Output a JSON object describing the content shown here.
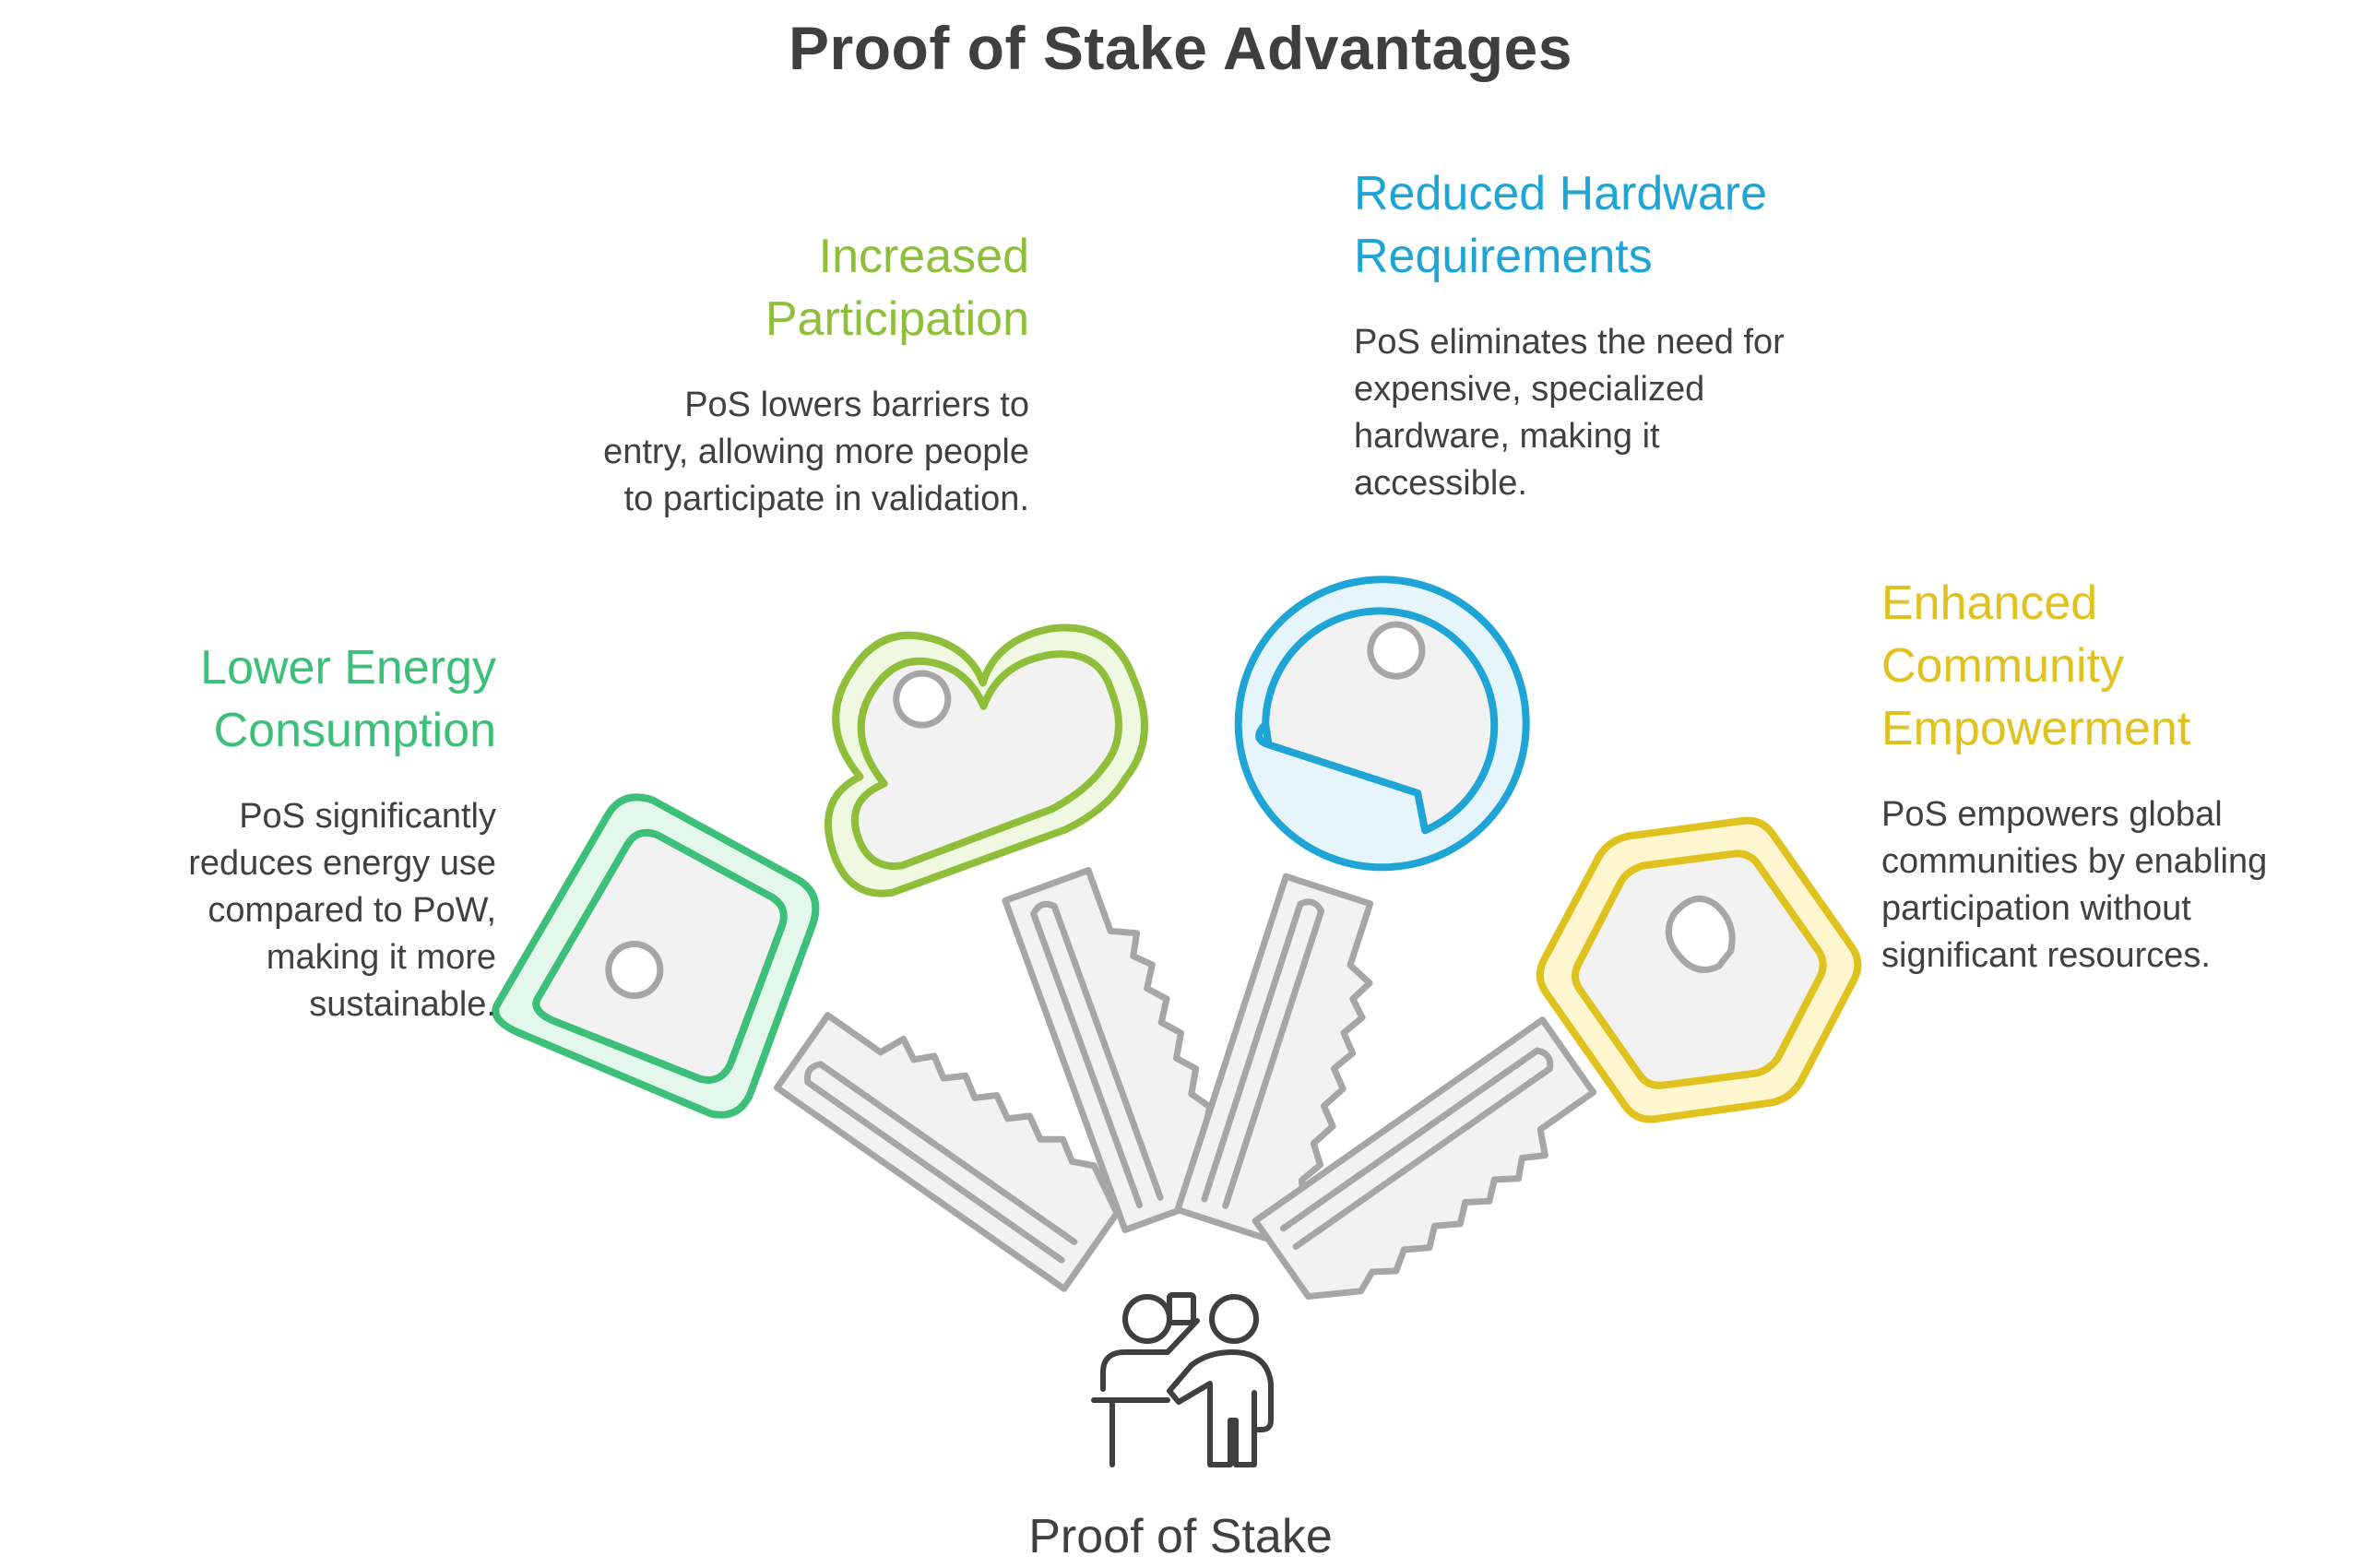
{
  "title": "Proof of Stake Advantages",
  "center": {
    "label": "Proof of Stake",
    "icon": "presenter-icon"
  },
  "advantages": [
    {
      "id": "energy",
      "heading": "Lower Energy Consumption",
      "description": "PoS significantly reduces energy use compared to PoW, making it more sustainable.",
      "color": "#3cbf78",
      "icon": "square-key-icon"
    },
    {
      "id": "participation",
      "heading": "Increased Participation",
      "description": "PoS lowers barriers to entry, allowing more people to participate in validation.",
      "color": "#8fbf3a",
      "icon": "cloud-key-icon"
    },
    {
      "id": "hardware",
      "heading": "Reduced Hardware Requirements",
      "description": "PoS eliminates the need for expensive, specialized hardware, making it accessible.",
      "color": "#1fa4d6",
      "icon": "round-key-icon"
    },
    {
      "id": "community",
      "heading": "Enhanced Community Empowerment",
      "description": "PoS empowers global communities by enabling participation without significant resources.",
      "color": "#e0c21e",
      "icon": "hexagon-key-icon"
    }
  ]
}
